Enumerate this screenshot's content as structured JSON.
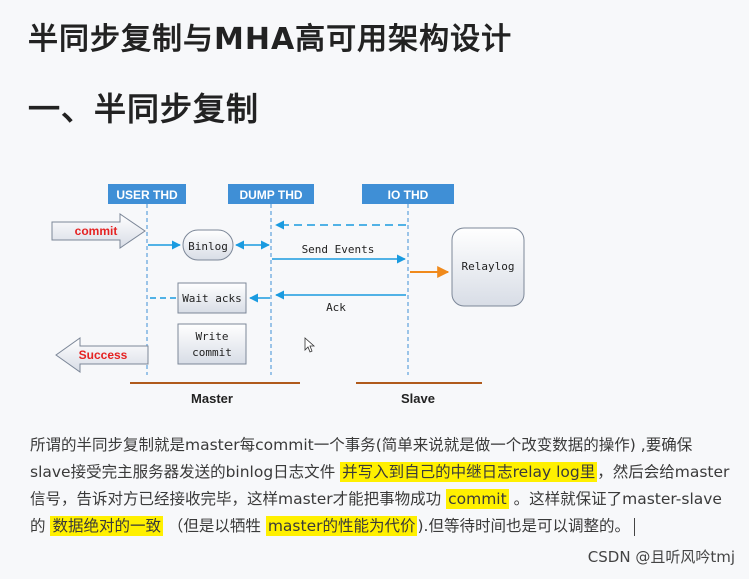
{
  "page": {
    "title": "半同步复制与MHA高可用架构设计",
    "section_heading": "一、半同步复制"
  },
  "diagram": {
    "threads": [
      "USER THD",
      "DUMP THD",
      "IO THD"
    ],
    "commit_label": "commit",
    "success_label": "Success",
    "binlog_label": "Binlog",
    "wait_acks_label": "Wait acks",
    "write_commit_line1": "Write",
    "write_commit_line2": "commit",
    "send_events_label": "Send Events",
    "ack_label": "Ack",
    "relaylog_label": "Relaylog",
    "master_label": "Master",
    "slave_label": "Slave",
    "colors": {
      "thread_header": "#3f8fd6",
      "arrow_blue": "#1a9be0",
      "arrow_orange": "#f08a1c",
      "ground_line": "#b05a1c",
      "red_text": "#e52222"
    }
  },
  "paragraph": {
    "p1": "所谓的半同步复制就是master每commit一个事务(简单来说就是做一个改变数据的操作) ,要确保slave接受完主服务器发送的binlog日志文件 ",
    "h1": "并写入到自己的中继日志relay log里",
    "p2": "，然后会给master信号，告诉对方已经接收完毕，这样master才能把事物成功 ",
    "h2": "commit",
    "p3": " 。这样就保证了master-slave的 ",
    "h3": "数据绝对的一致",
    "p4": " （但是以牺牲 ",
    "h4": "master的性能为代价",
    "p5": ").但等待时间也是可以调整的。"
  },
  "watermark": "CSDN @且听风吟tmj"
}
